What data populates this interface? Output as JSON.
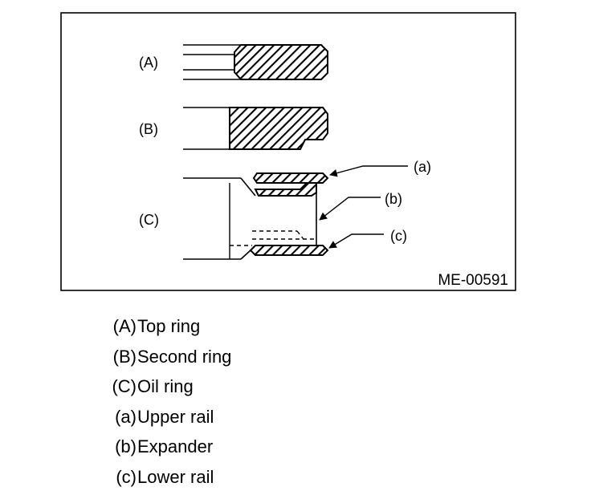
{
  "figure": {
    "code": "ME-00591",
    "ring_labels": {
      "top": "(A)",
      "second": "(B)",
      "oil": "(C)"
    },
    "part_labels": {
      "upper_rail": "(a)",
      "expander": "(b)",
      "lower_rail": "(c)"
    }
  },
  "legend": [
    {
      "key": "(A)",
      "desc": "Top ring"
    },
    {
      "key": "(B)",
      "desc": "Second ring"
    },
    {
      "key": "(C)",
      "desc": "Oil ring"
    },
    {
      "key": "(a)",
      "desc": "Upper rail"
    },
    {
      "key": "(b)",
      "desc": "Expander"
    },
    {
      "key": "(c)",
      "desc": "Lower rail"
    }
  ]
}
